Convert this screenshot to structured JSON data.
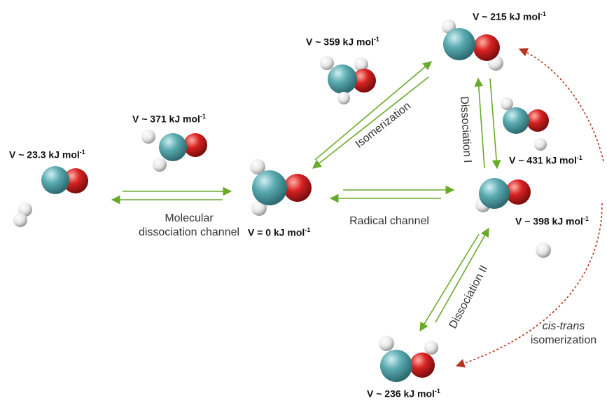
{
  "colors": {
    "arrow_green": "#6aaa2a",
    "arrow_red_dotted": "#b8321e",
    "carbon": "#5aaab0",
    "oxygen": "#d82222",
    "hydrogen": "#e8e8e8"
  },
  "labels": {
    "e_left_prefix": "V ~ 23.3 kJ mol",
    "e_ts_mol_prefix": "V ~ 371 kJ mol",
    "e_ts_iso_prefix": "V ~ 359 kJ mol",
    "e_top_prefix": "V ~ 215 kJ mol",
    "e_center_prefix": "V = 0 kJ mol",
    "e_ts_dis1_prefix": "V ~ 431 kJ mol",
    "e_right_prefix": "V ~ 398 kJ mol",
    "e_bottom_prefix": "V ~ 236 kJ mol",
    "unit_exp": "-1",
    "molecular_line1": "Molecular",
    "molecular_line2": "dissociation channel",
    "radical_channel": "Radical channel",
    "isomerization": "Isomerization",
    "dissociation_1": "Dissociation I",
    "dissociation_2": "Dissociation II",
    "cis_trans_italic": "cis-trans",
    "cis_trans_rest": "isomerization"
  }
}
